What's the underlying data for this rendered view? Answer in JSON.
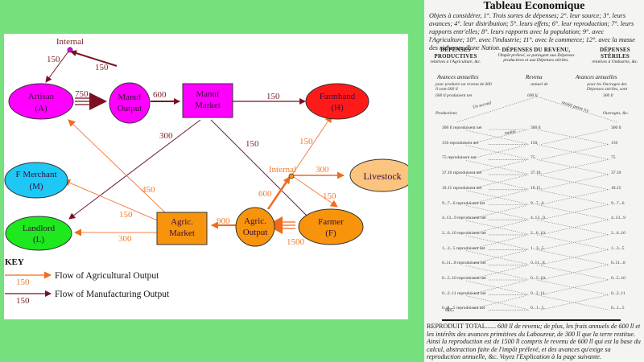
{
  "diagram": {
    "nodes": {
      "internal_top": {
        "label": "Internal"
      },
      "artisan": {
        "line1": "Artisan",
        "line2": "(A)",
        "color": "#ff00ff"
      },
      "manuf_output": {
        "line1": "Manuf",
        "line2": "Output",
        "color": "#ff00ff"
      },
      "manuf_market": {
        "line1": "Manuf",
        "line2": "Market",
        "color": "#ff00ff"
      },
      "farmhand": {
        "line1": "Farmhand",
        "line2": "(H)",
        "color": "#ff1a1a"
      },
      "f_merchant": {
        "line1": "F Merchant",
        "line2": "(M)",
        "color": "#1ec8f5"
      },
      "internal_mid": {
        "label": "Internal"
      },
      "livestock": {
        "line1": "Livestock",
        "color": "#fbc47f"
      },
      "landlord": {
        "line1": "Landlord",
        "line2": "(L)",
        "color": "#1ee81e"
      },
      "agric_market": {
        "line1": "Agric.",
        "line2": "Market",
        "color": "#f7940c"
      },
      "agric_output": {
        "line1": "Agric.",
        "line2": "Output",
        "color": "#f7940c"
      },
      "farmer": {
        "line1": "Farmer",
        "line2": "(F)",
        "color": "#f7940c"
      }
    },
    "flows": {
      "internal_to_artisan": "150",
      "manuf_output_to_internal": "150",
      "artisan_to_manuf_output": "750",
      "manuf_output_to_manuf_market": "600",
      "manuf_market_to_farmhand": "150",
      "manuf_market_to_landlord": "300",
      "manuf_market_to_farmer": "150",
      "internal_to_farmhand": "150",
      "internal_to_livestock": "300",
      "internal_to_farmer": "150",
      "agric_output_to_internal": "600",
      "agric_market_to_artisan": "450",
      "agric_market_to_merchant": "150",
      "agric_market_to_landlord": "300",
      "agric_output_to_agric_market": "900",
      "farmer_to_agric_output": "1500"
    },
    "colors": {
      "manufacturing_flow": "#7a1020",
      "agricultural_flow": "#f26a1b"
    },
    "key": {
      "title": "KEY",
      "items": [
        {
          "value": "150",
          "label": "Flow of Agricultural Output"
        },
        {
          "value": "150",
          "label": "Flow of Manufacturing Output"
        }
      ]
    }
  },
  "paper": {
    "title": "Tableau Economique",
    "intro": "Objets à considérer, 1°. Trois sortes de dépenses; 2°. leur source; 3°. leurs avances; 4°. leur distribution; 5°. leurs effets; 6°. leur reproduction; 7°. leurs rapports entr'elles; 8°. leurs rapports avec la population; 9°. avec l'Agriculture; 10°. avec l'industrie; 11°. avec le commerce; 12°. avec la masse des richesses d'une Nation.",
    "columns": [
      {
        "head": "DÉPENSES PRODUCTIVES",
        "sub": "relatives à l'Agriculture, &c."
      },
      {
        "head": "DÉPENSES DU REVENU,",
        "sub": "l'Impôt prélevé, se partagent aux Dépenses productives et aux Dépenses stériles."
      },
      {
        "head": "DÉPENSES STÉRILES",
        "sub": "relatives à l'industrie, &c."
      }
    ],
    "advances": {
      "left_title": "Avances annuelles",
      "left_sub": "pour produire un revenu de 600 ll sont 600 ll",
      "mid_title": "Revenu",
      "mid_sub": "annuel de",
      "right_title": "Avances annuelles",
      "right_sub": "pour les Ouvrages des Dépenses stériles, sont",
      "right_value": "300 ll",
      "first_row_left": "600 ll produisent net",
      "first_row_mid": "600 ll"
    },
    "labels": {
      "productions": "Productions",
      "ouvrages": "Ouvrages, &c.",
      "moitie_passe_ici": "moitié passe icy",
      "moitie": "moitié",
      "un_second": "Un second",
      "etc": "&c."
    },
    "rows": [
      {
        "left": "300 ll reproduisent net",
        "mid": "300 ll",
        "right": "300 ll"
      },
      {
        "left": "150 reproduisent net",
        "mid": "150.",
        "right": "150"
      },
      {
        "left": "75 reproduisent net",
        "mid": "75.",
        "right": "75"
      },
      {
        "left": "37.10 reproduisent net",
        "mid": "37.10.",
        "right": "37.10"
      },
      {
        "left": "18.15 reproduisent net",
        "mid": "18.15.",
        "right": "18.15"
      },
      {
        "left": "9...7...6 reproduisent net",
        "mid": "9...7...6",
        "right": "9...7...6"
      },
      {
        "left": "4..13...9 reproduisent net",
        "mid": "4..13...9.",
        "right": "4..13...9"
      },
      {
        "left": "2...6..10 reproduisent net",
        "mid": "2...6..10.",
        "right": "2...6..10"
      },
      {
        "left": "1...3...5 reproduisent net",
        "mid": "1...3...5.",
        "right": "1...3...5"
      },
      {
        "left": "0..11...8 reproduisent net",
        "mid": "0..11...8.",
        "right": "0..11...8"
      },
      {
        "left": "0...5..10 reproduisent net",
        "mid": "0...5..10.",
        "right": "0...5..10"
      },
      {
        "left": "0...2..11 reproduisent net",
        "mid": "0...2..11.",
        "right": "0...2..11"
      },
      {
        "left": "0...1...5 reproduisent net",
        "mid": "0...1...5.",
        "right": "0...1...5"
      }
    ],
    "footer_caps": "REPRODUIT TOTAL......",
    "footer": " 600 ll de revenu; de plus, les frais annuels de 600 ll et les intérêts des avances primitives du Laboureur, de 300 ll que la terre restitue. Ainsi la reproduction est de 1500 ll compris le revenu de 600 ll qui est la base du calcul, abstraction faite de l'impôt prélevé, et des avances qu'exige sa reproduction annuelle, &c. Voyez l'Explication à la page suivante."
  }
}
